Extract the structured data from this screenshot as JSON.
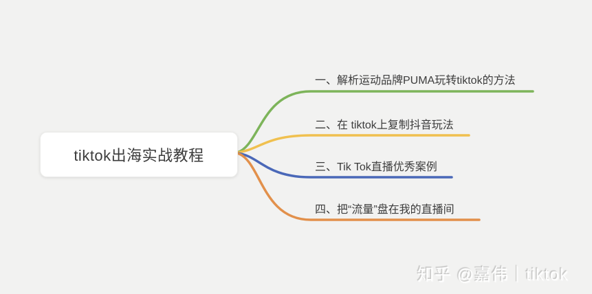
{
  "canvas": {
    "background_color": "#f2f2f1"
  },
  "root": {
    "label": "tiktok出海实战教程",
    "node_color": "#ffffff",
    "text_color": "#3b3b3b"
  },
  "branches": [
    {
      "label": "一、解析运动品牌PUMA玩转tiktok的方法",
      "color": "#7db45a"
    },
    {
      "label": "二、在 tiktok上复制抖音玩法",
      "color": "#f0c04f"
    },
    {
      "label": "三、Tik Tok直播优秀案例",
      "color": "#4a68b8"
    },
    {
      "label": "四、把“流量”盘在我的直播间",
      "color": "#e2904b"
    }
  ],
  "watermark": {
    "text": "知乎 @嘉伟｜tiktok"
  }
}
